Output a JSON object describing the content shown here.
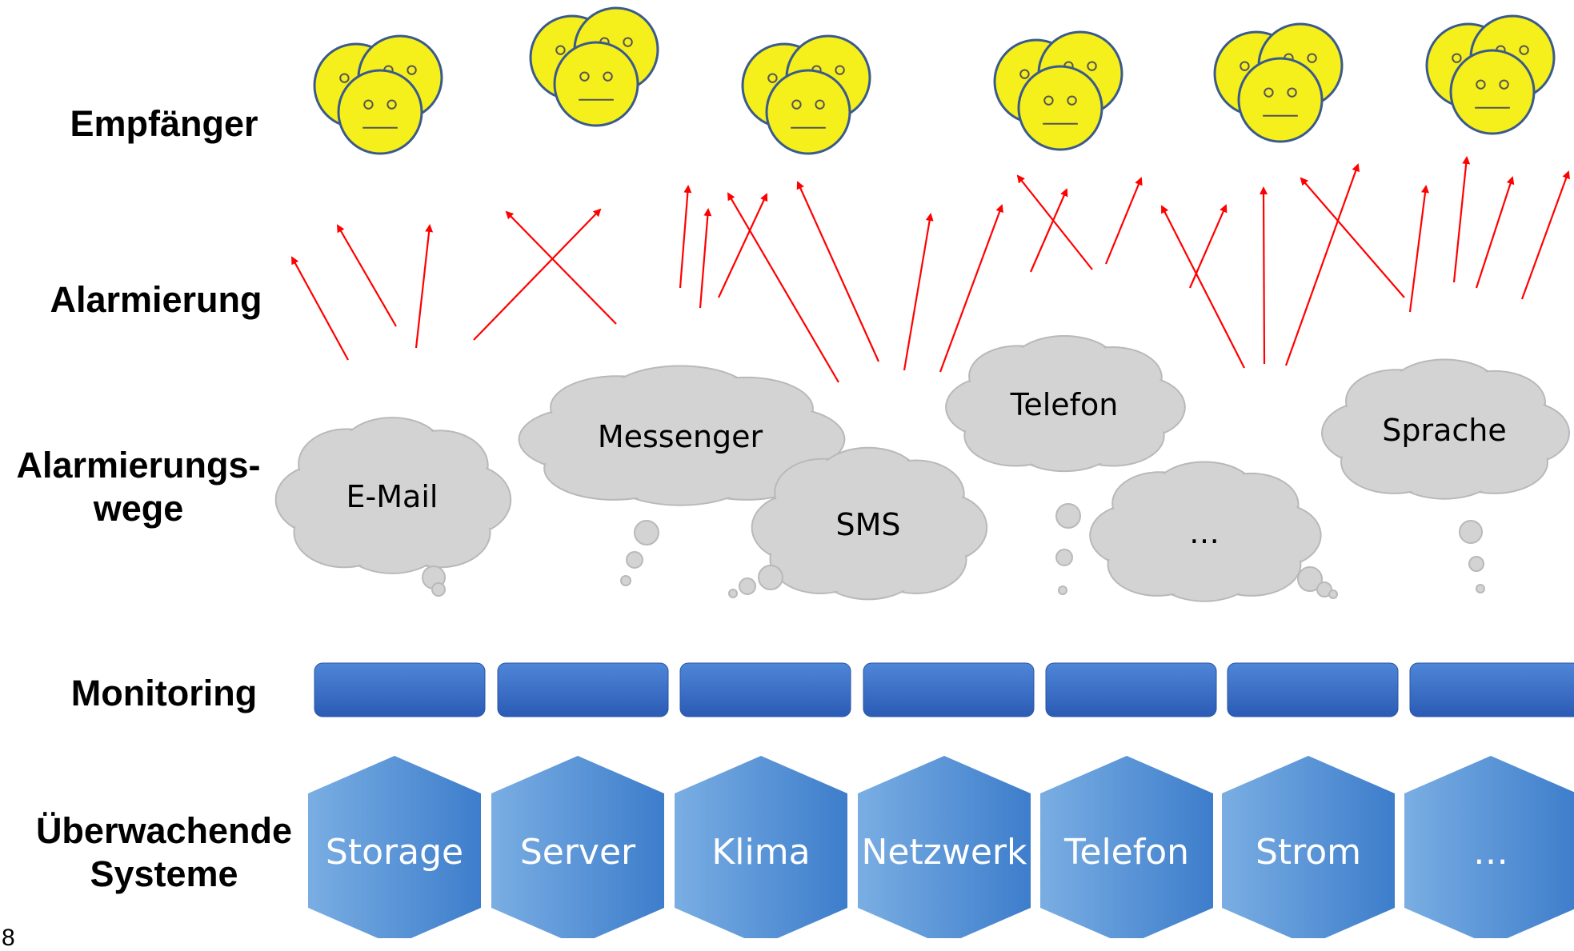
{
  "rows": {
    "empfaenger": "Empfänger",
    "alarmierung": "Alarmierung",
    "alarmierungswege": [
      "Alarmierungs-",
      "wege"
    ],
    "monitoring": "Monitoring",
    "systeme": [
      "Überwachende",
      "Systeme"
    ]
  },
  "channels": [
    "E-Mail",
    "Messenger",
    "SMS",
    "Telefon",
    "…",
    "Sprache"
  ],
  "monitoring_bar_count": 7,
  "recipient_group_count": 6,
  "systems": [
    "Storage",
    "Server",
    "Klima",
    "Netzwerk",
    "Telefon",
    "Strom",
    "…"
  ],
  "colors": {
    "face_fill": "#f5ef1c",
    "face_stroke": "#3a5a8c",
    "arrow": "#ff0000",
    "cloud_fill": "#d3d3d3",
    "cloud_stroke": "#b9b9b9",
    "monitor_top": "#4a7fd3",
    "monitor_bottom": "#2f5fb8",
    "hex_light": "#74a8e0",
    "hex_dark": "#3f7fcc"
  },
  "footer_fragment": "8"
}
